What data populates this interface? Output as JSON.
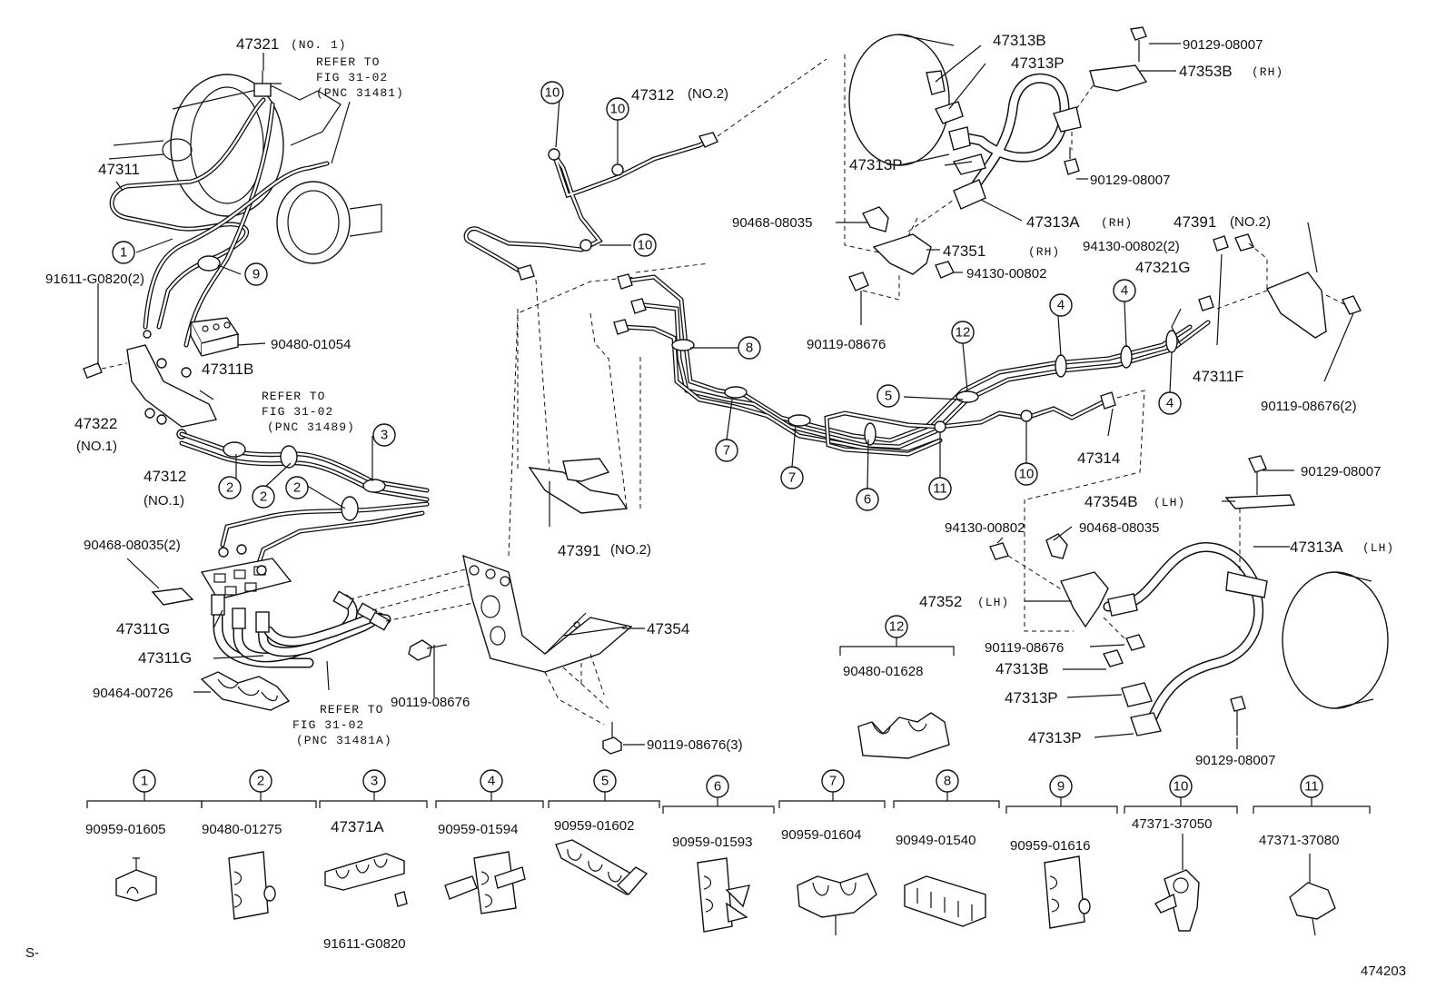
{
  "labels": {
    "l47321": "47321",
    "l47321no": "(NO. 1)",
    "ref1a": "REFER TO",
    "ref1b": "FIG 31-02",
    "ref1c": "(PNC 31481)",
    "l47311": "47311",
    "l91611g": "91611-G0820(2)",
    "l90480_01054": "90480-01054",
    "l47311b": "47311B",
    "l47322": "47322",
    "l47322no": "(NO.1)",
    "l47312a": "47312",
    "l47312ano": "(NO.1)",
    "ref2a": "REFER TO",
    "ref2b": "FIG 31-02",
    "ref2c": "(PNC 31489)",
    "l90468_2": "90468-08035(2)",
    "l47311g1": "47311G",
    "l47311g2": "47311G",
    "l90464": "90464-00726",
    "ref3a": "REFER TO",
    "ref3b": "FIG 31-02",
    "ref3c": "(PNC 31481A)",
    "l90119a": "90119-08676",
    "l90119_3": "90119-08676(3)",
    "l47354": "47354",
    "l47312b": "47312",
    "l47312bno": "(NO.2)",
    "l47391a": "47391",
    "l47391ano": "(NO.2)",
    "l47313b1": "47313B",
    "l47313p1": "47313P",
    "l90129a": "90129-08007",
    "l47353b": "47353B",
    "l47353brh": "(RH)",
    "l47313p2": "47313P",
    "l90129b": "90129-08007",
    "l90468a": "90468-08035",
    "l47313a1": "47313A",
    "l47313a1rh": "(RH)",
    "l47351": "47351",
    "l47351rh": "(RH)",
    "l94130a": "94130-00802",
    "l90119b": "90119-08676",
    "l47391b": "47391",
    "l47391bno": "(NO.2)",
    "l94130b": "94130-00802(2)",
    "l47321g": "47321G",
    "l47311f": "47311F",
    "l90119c": "90119-08676(2)",
    "l47314": "47314",
    "l90129c": "90129-08007",
    "l47354b": "47354B",
    "l47354blh": "(LH)",
    "l94130c": "94130-00802",
    "l90468b": "90468-08035",
    "l47313a2": "47313A",
    "l47313a2lh": "(LH)",
    "l47352": "47352",
    "l47352lh": "(LH)",
    "l90119d": "90119-08676",
    "l47313b2": "47313B",
    "l47313p3": "47313P",
    "l47313p4": "47313P",
    "l90129d": "90129-08007",
    "l90480_01628": "90480-01628",
    "corner_left": "S-",
    "corner_right": "474203"
  },
  "callouts": {
    "c1": "1",
    "c2a": "2",
    "c2b": "2",
    "c2c": "2",
    "c3": "3",
    "c4a": "4",
    "c4b": "4",
    "c4c": "4",
    "c5": "5",
    "c6": "6",
    "c7a": "7",
    "c7b": "7",
    "c8": "8",
    "c9": "9",
    "c10a": "10",
    "c10b": "10",
    "c10c": "10",
    "c10d": "10",
    "c11": "11",
    "c12": "12"
  },
  "legend": [
    {
      "num": "1",
      "part": "90959-01605"
    },
    {
      "num": "2",
      "part": "90480-01275"
    },
    {
      "num": "3",
      "part": "47371A",
      "extra": "91611-G0820"
    },
    {
      "num": "4",
      "part": "90959-01594"
    },
    {
      "num": "5",
      "part": "90959-01602"
    },
    {
      "num": "6",
      "part": "90959-01593"
    },
    {
      "num": "7",
      "part": "90959-01604"
    },
    {
      "num": "8",
      "part": "90949-01540"
    },
    {
      "num": "9",
      "part": "90959-01616"
    },
    {
      "num": "10",
      "part": "47371-37050"
    },
    {
      "num": "11",
      "part": "47371-37080"
    }
  ],
  "legend12": {
    "num": "12",
    "part": "90480-01628"
  }
}
